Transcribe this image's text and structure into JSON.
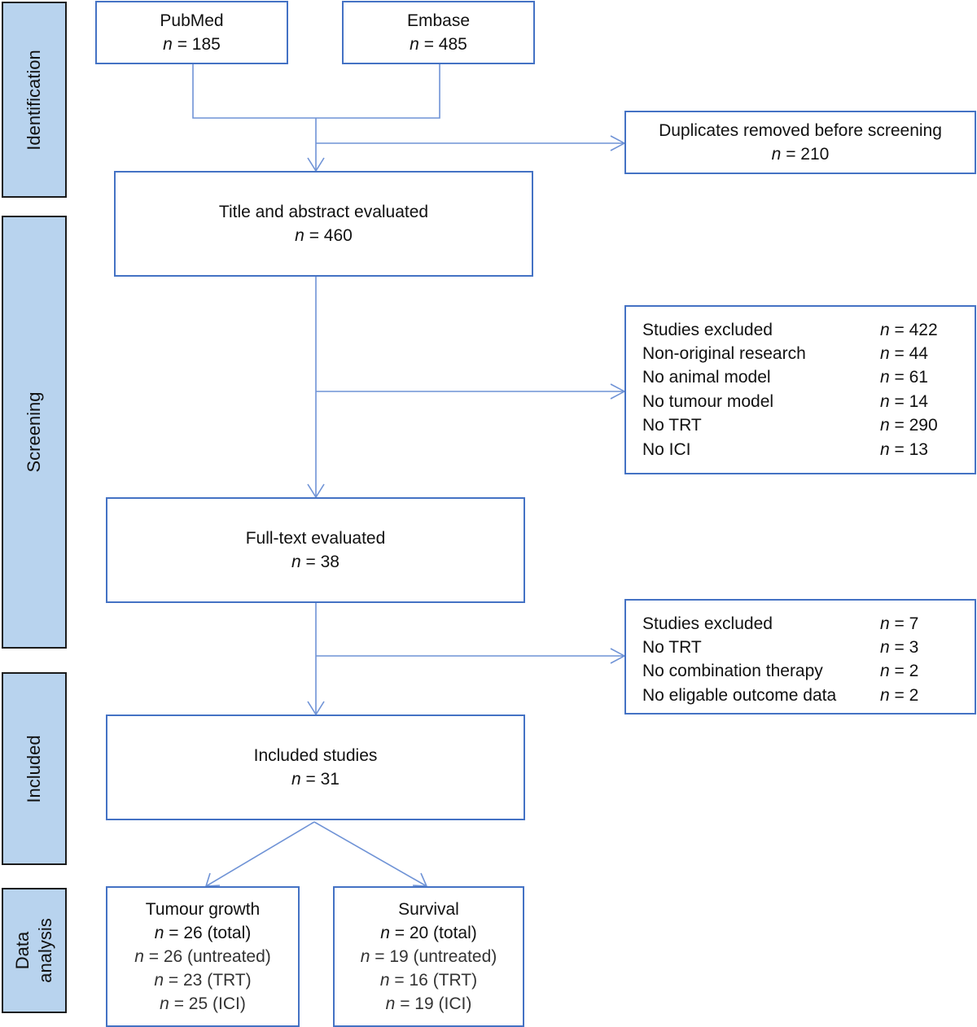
{
  "phases": {
    "identification": "Identification",
    "screening": "Screening",
    "included": "Included",
    "data_analysis_line1": "Data",
    "data_analysis_line2": "analysis"
  },
  "n_symbol": "n",
  "sources": {
    "pubmed": {
      "label": "PubMed",
      "count": "= 185"
    },
    "embase": {
      "label": "Embase",
      "count": "= 485"
    }
  },
  "duplicates": {
    "label": "Duplicates removed before screening",
    "count": "= 210"
  },
  "title_abstract": {
    "label": "Title and abstract evaluated",
    "count": "= 460"
  },
  "excluded_screening": [
    {
      "reason": "Studies excluded",
      "count": "= 422"
    },
    {
      "reason": "Non-original research",
      "count": "= 44"
    },
    {
      "reason": "No animal model",
      "count": "= 61"
    },
    {
      "reason": "No tumour model",
      "count": "= 14"
    },
    {
      "reason": "No TRT",
      "count": "= 290"
    },
    {
      "reason": "No ICI",
      "count": "= 13"
    }
  ],
  "full_text": {
    "label": "Full-text evaluated",
    "count": "= 38"
  },
  "excluded_fulltext": [
    {
      "reason": "Studies excluded",
      "count": "= 7"
    },
    {
      "reason": "No TRT",
      "count": "= 3"
    },
    {
      "reason": "No combination therapy",
      "count": "= 2"
    },
    {
      "reason": "No eligable outcome data",
      "count": "= 2"
    }
  ],
  "included": {
    "label": "Included studies",
    "count": "= 31"
  },
  "tumour_growth": {
    "label": "Tumour growth",
    "total": "= 26 (total)",
    "untreated": "= 26 (untreated)",
    "trt": "= 23 (TRT)",
    "ici": "= 25 (ICI)"
  },
  "survival": {
    "label": "Survival",
    "total": "= 20 (total)",
    "untreated": "= 19 (untreated)",
    "trt": "= 16 (TRT)",
    "ici": "= 19 (ICI)"
  },
  "colors": {
    "box_border": "#4472c4",
    "connector": "#6f93d6",
    "phase_fill": "#b8d3ee",
    "phase_border": "#1b1b1b"
  }
}
